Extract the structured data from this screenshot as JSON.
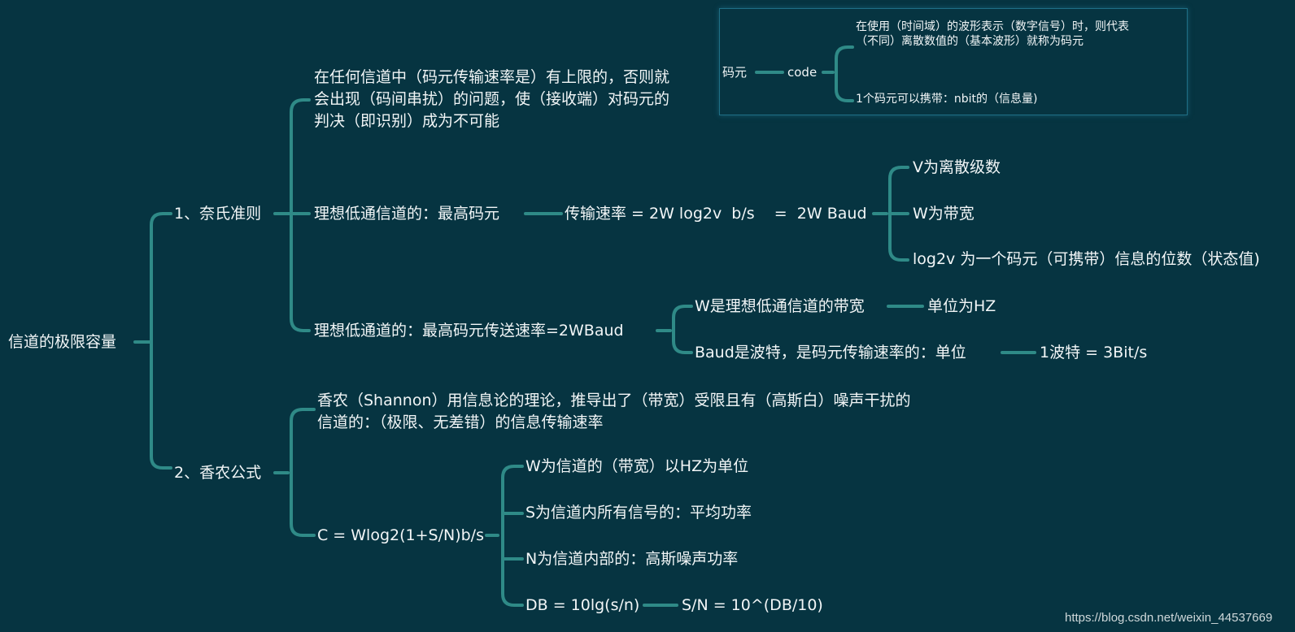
{
  "colors": {
    "background": "#063441",
    "connector": "#2f8a87",
    "text": "#f2f6f7"
  },
  "root": {
    "label": "信道的极限容量"
  },
  "nyquist": {
    "label": "1、奈氏准则",
    "desc": "在任何信道中（码元传输速率是）有上限的，否则就会出现（码间串扰）的问题，使（接收端）对码元的判决（即识别）成为不可能",
    "ideal_lowpass_channel": {
      "label": "理想低通信道的：最高码元",
      "formula": "传输速率 = 2W log2v  b/s    =  2W Baud",
      "children": [
        "V为离散级数",
        "W为带宽",
        "log2v 为一个码元（可携带）信息的位数（状态值)"
      ]
    },
    "ideal_lowpass": {
      "label": "理想低通道的：最高码元传送速率=2WBaud",
      "w_label": "W是理想低通信道的带宽",
      "w_unit": "单位为HZ",
      "baud_label": "Baud是波特，是码元传输速率的：单位",
      "baud_value": "1波特 = 3Bit/s"
    }
  },
  "shannon": {
    "label": "2、香农公式",
    "desc": "香农（Shannon）用信息论的理论，推导出了（带宽）受限且有（高斯白）噪声干扰的信道的：（极限、无差错）的信息传输速率",
    "formula": "C = Wlog2(1+S/N)b/s",
    "children": [
      "W为信道的（带宽）以HZ为单位",
      "S为信道内所有信号的：平均功率",
      "N为信道内部的：高斯噪声功率",
      "DB = 10lg(s/n)"
    ],
    "db_result": "S/N = 10^(DB/10)"
  },
  "callout": {
    "label": "码元",
    "code": "code",
    "def": "在使用（时间域）的波形表示（数字信号）时，则代表（不同）离散数值的（基本波形）就称为码元",
    "nbit": "1个码元可以携带：nbit的（信息量)"
  },
  "watermark": "https://blog.csdn.net/weixin_44537669"
}
